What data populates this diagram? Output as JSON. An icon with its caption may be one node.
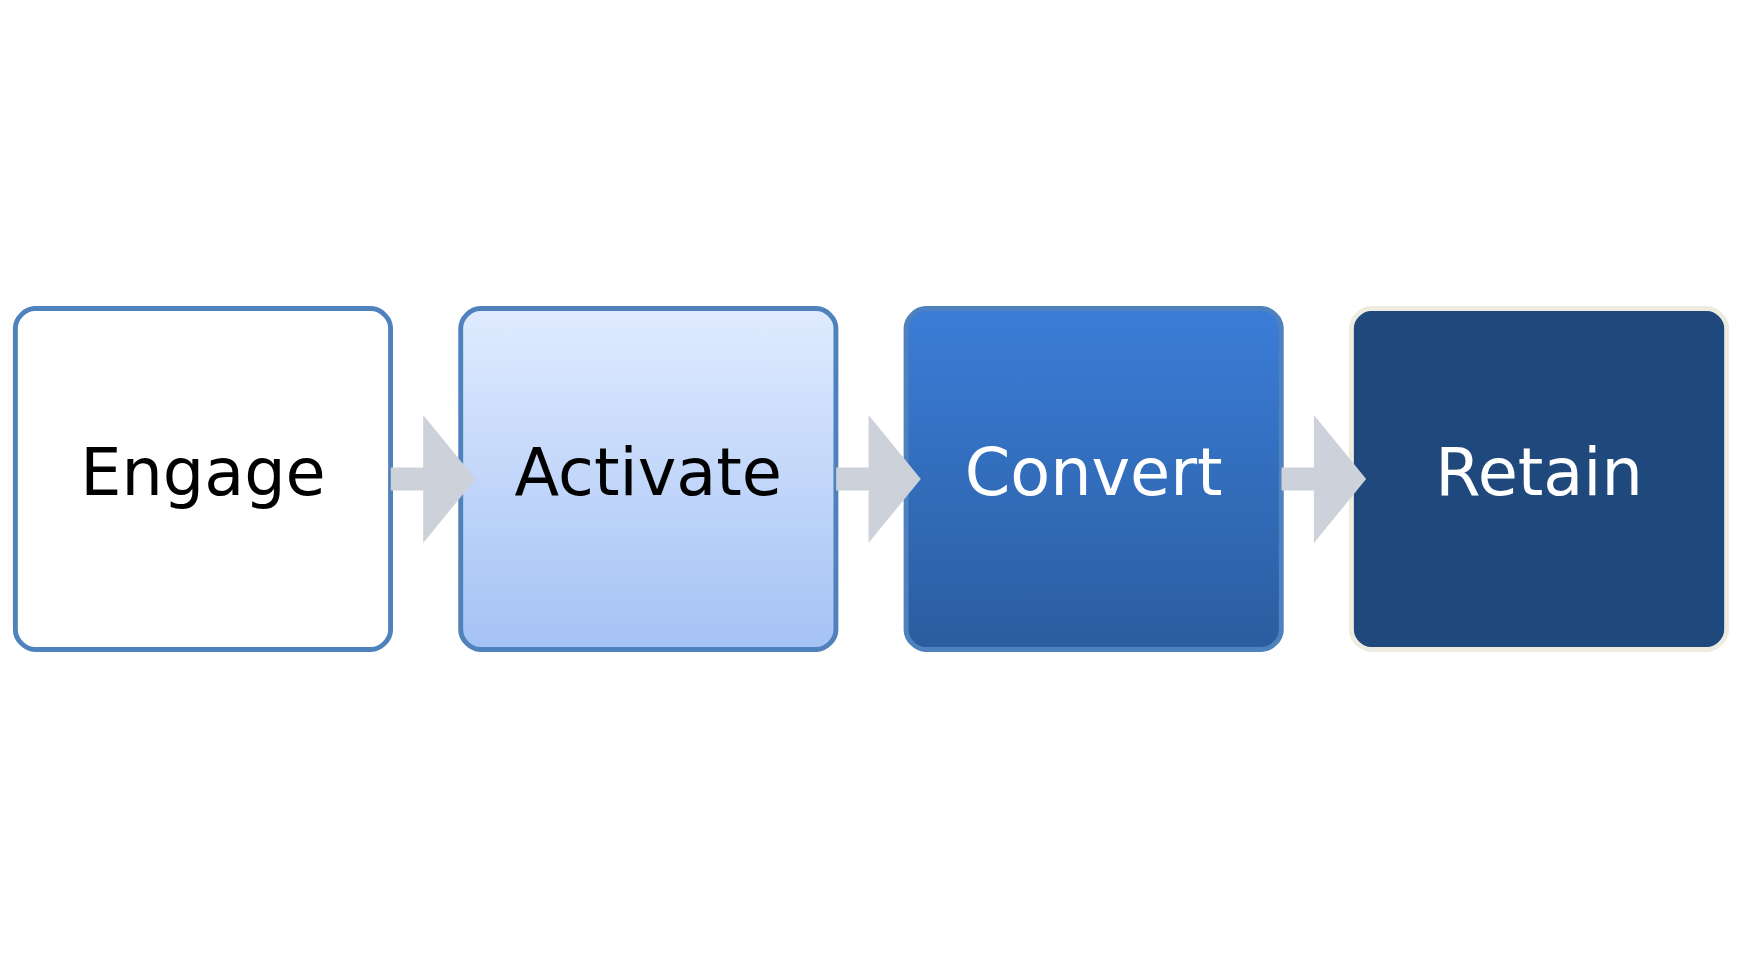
{
  "diagram": {
    "nodes": [
      {
        "text": [
          "Engage"
        ]
      },
      {
        "text": [
          "Activate"
        ]
      },
      {
        "text": [
          "Convert"
        ]
      },
      {
        "text": [
          "Retain"
        ]
      }
    ],
    "edges": [
      {
        "from": 0,
        "to": 1,
        "arrow": "to"
      },
      {
        "from": 1,
        "to": 2,
        "arrow": "to"
      },
      {
        "from": 2,
        "to": 3,
        "arrow": "to"
      }
    ]
  }
}
